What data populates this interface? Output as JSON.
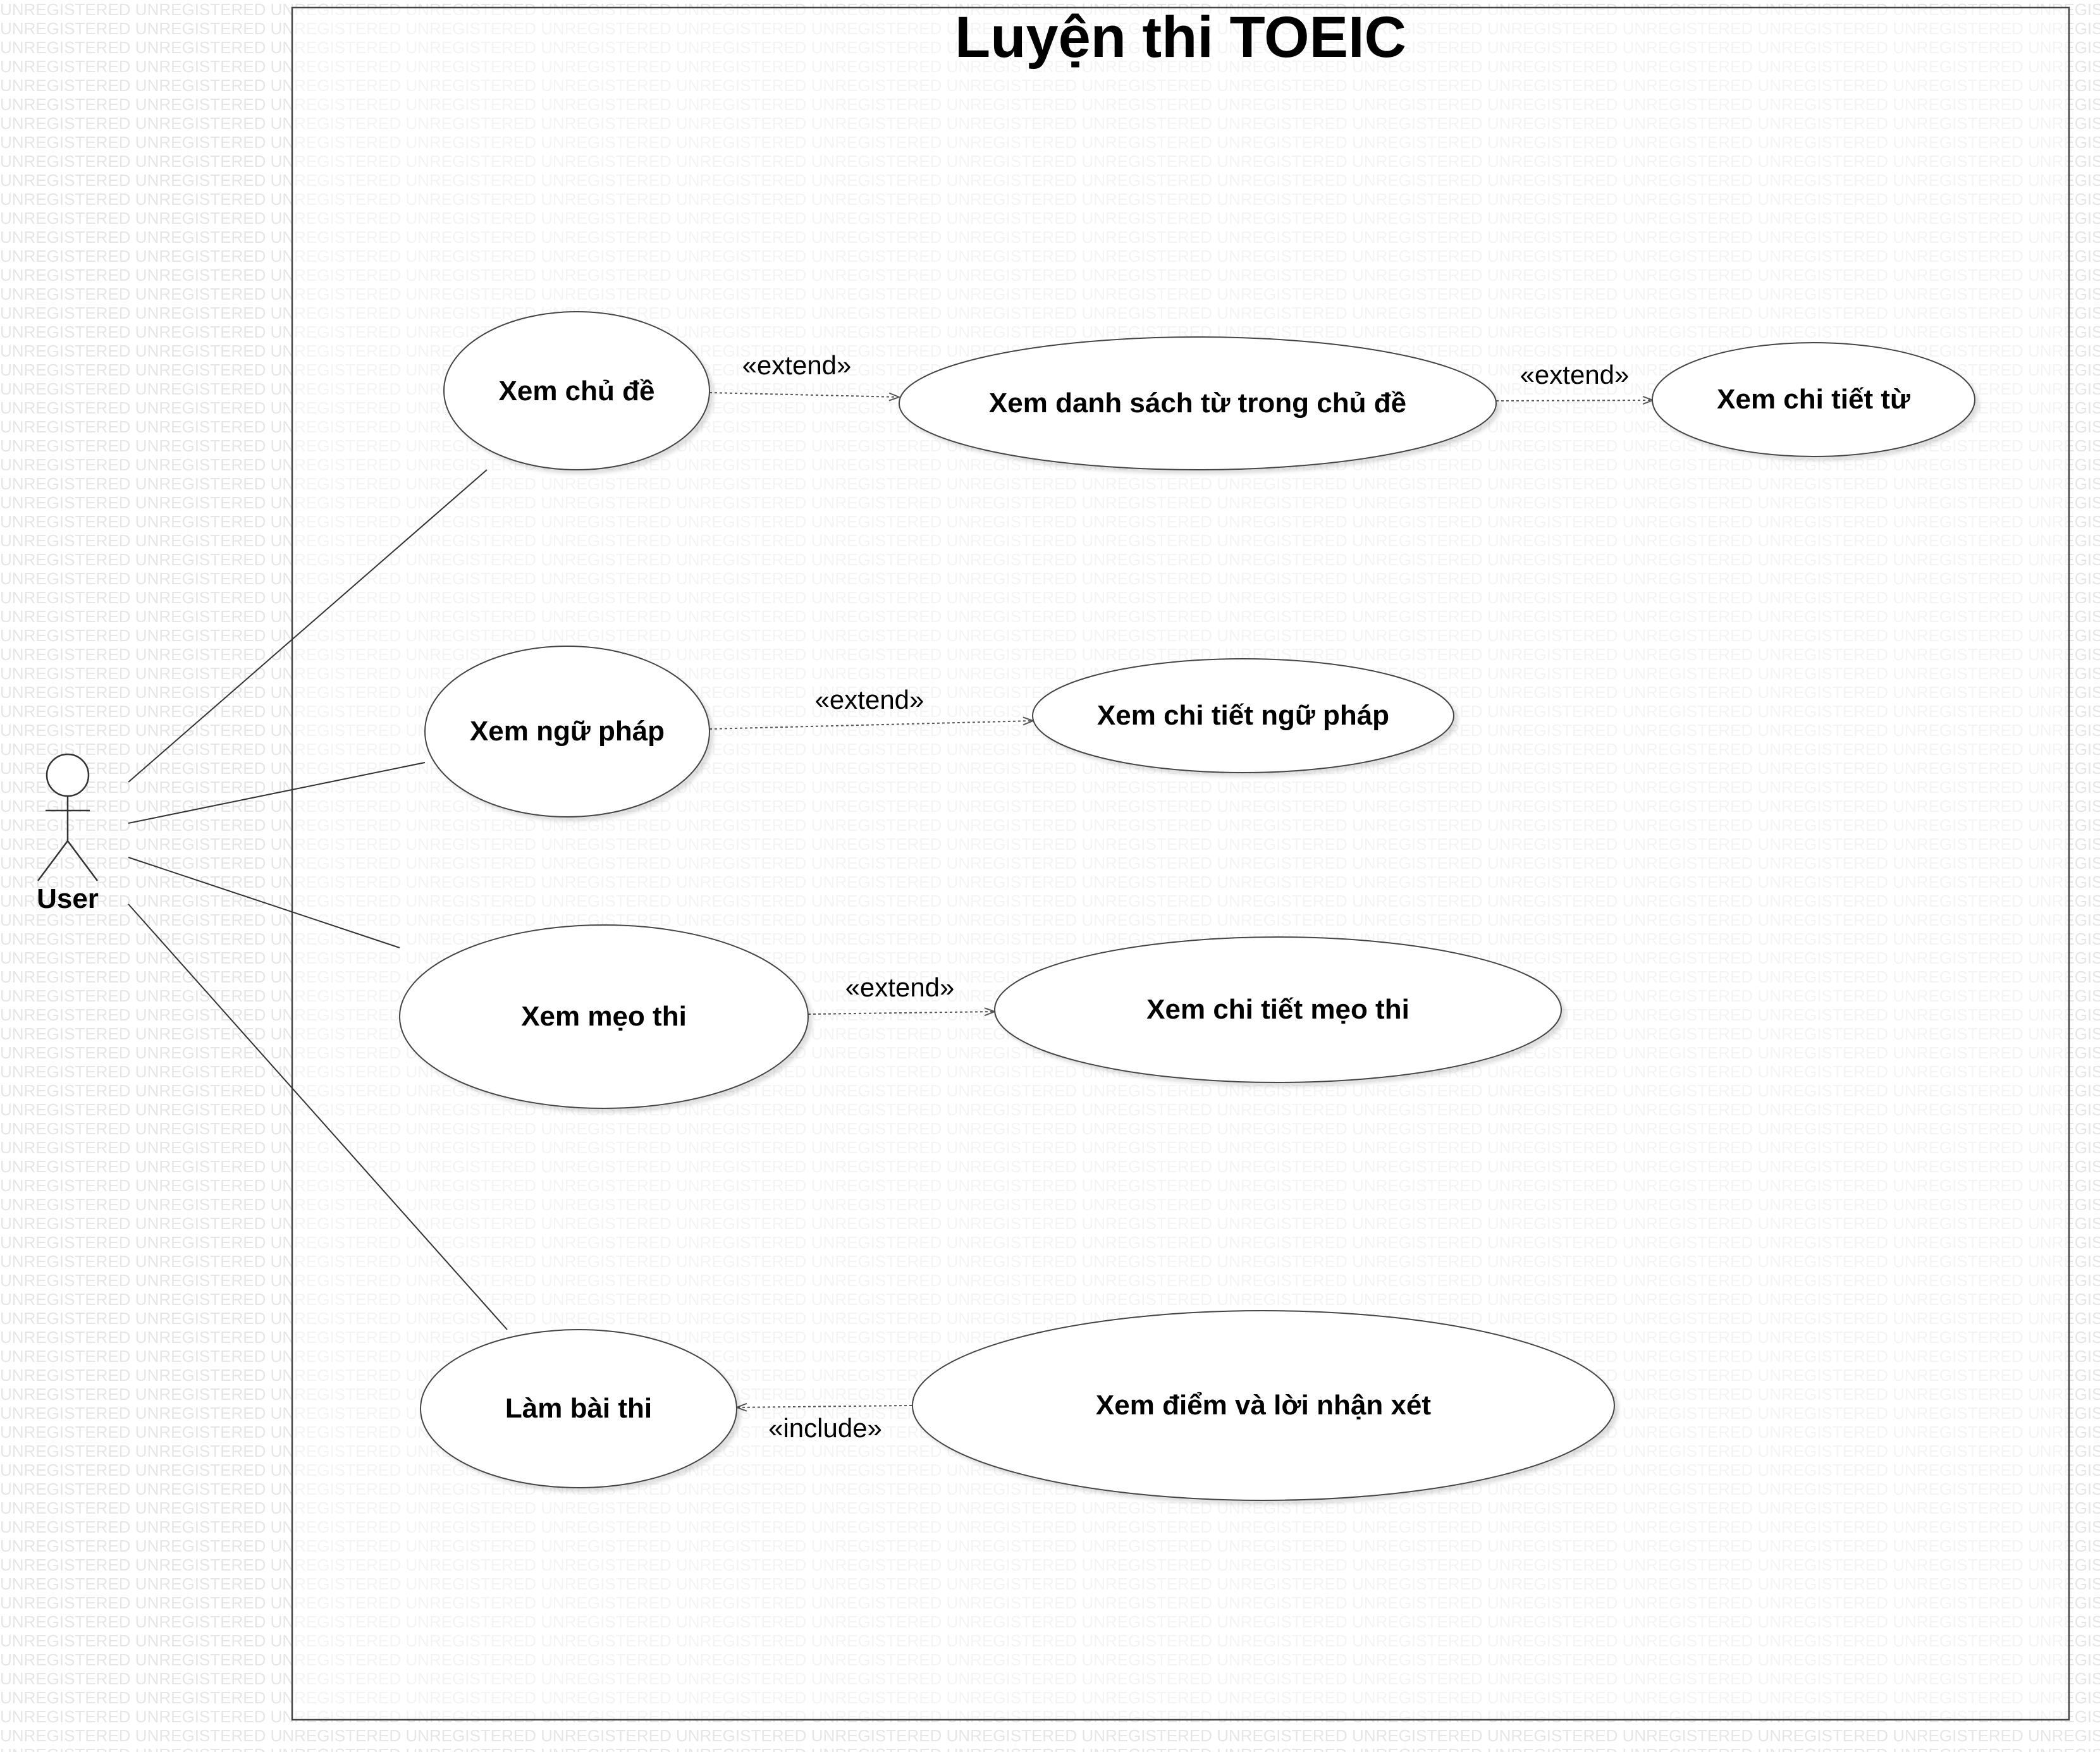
{
  "watermark": {
    "text": "UNREGISTERED"
  },
  "system": {
    "title": "Luyện thi TOEIC"
  },
  "actor": {
    "name": "User"
  },
  "use_cases": [
    {
      "id": "uc_topic",
      "label": "Xem chủ đề"
    },
    {
      "id": "uc_wordlist",
      "label": "Xem danh sách từ trong chủ đề"
    },
    {
      "id": "uc_worddetail",
      "label": "Xem chi tiết từ"
    },
    {
      "id": "uc_grammar",
      "label": "Xem ngữ pháp"
    },
    {
      "id": "uc_grammardetail",
      "label": "Xem chi tiết ngữ pháp"
    },
    {
      "id": "uc_tips",
      "label": "Xem mẹo thi"
    },
    {
      "id": "uc_tipsdetail",
      "label": "Xem chi tiết mẹo thi"
    },
    {
      "id": "uc_test",
      "label": "Làm bài thi"
    },
    {
      "id": "uc_score",
      "label": "Xem điểm và lời nhận xét"
    }
  ],
  "relationships": [
    {
      "from": "uc_topic",
      "to": "uc_wordlist",
      "stereotype": "«extend»"
    },
    {
      "from": "uc_wordlist",
      "to": "uc_worddetail",
      "stereotype": "«extend»"
    },
    {
      "from": "uc_grammar",
      "to": "uc_grammardetail",
      "stereotype": "«extend»"
    },
    {
      "from": "uc_tips",
      "to": "uc_tipsdetail",
      "stereotype": "«extend»"
    },
    {
      "from": "uc_score",
      "to": "uc_test",
      "stereotype": "«include»"
    }
  ],
  "associations": [
    {
      "actor": "User",
      "use_case": "uc_topic"
    },
    {
      "actor": "User",
      "use_case": "uc_grammar"
    },
    {
      "actor": "User",
      "use_case": "uc_tips"
    },
    {
      "actor": "User",
      "use_case": "uc_test"
    }
  ]
}
